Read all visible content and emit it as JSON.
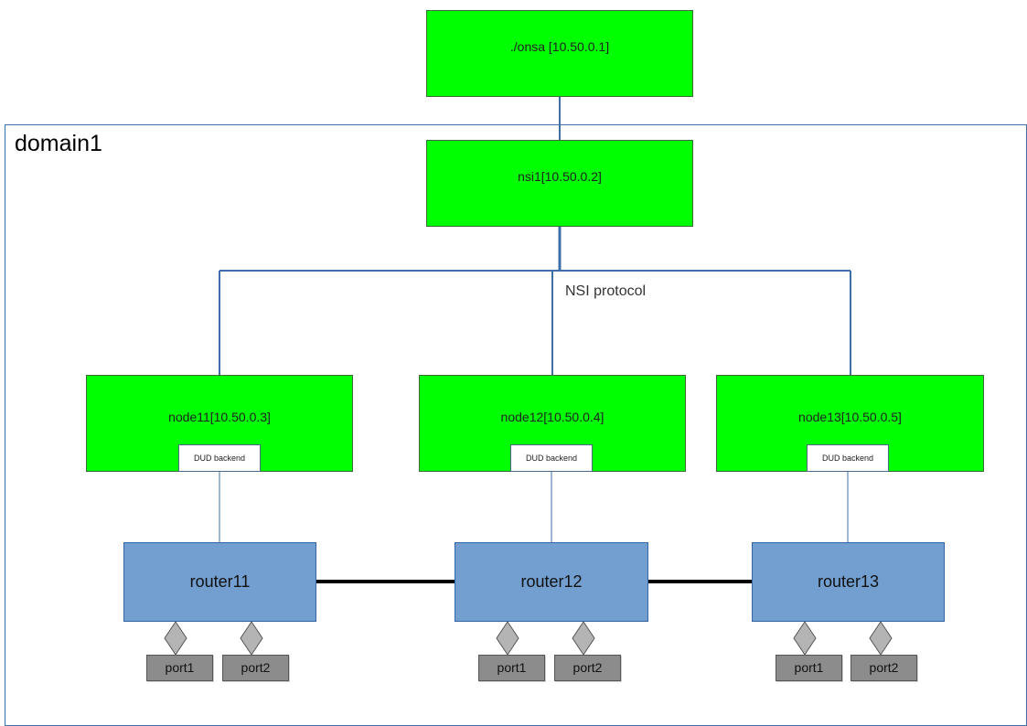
{
  "domain": {
    "label": "domain1"
  },
  "onsa": {
    "label": "./onsa [10.50.0.1]"
  },
  "nsi": {
    "label": "nsi1[10.50.0.2]"
  },
  "protocol_label": "NSI protocol",
  "nodes": [
    {
      "label": "node11[10.50.0.3]",
      "backend": "DUD backend"
    },
    {
      "label": "node12[10.50.0.4]",
      "backend": "DUD backend"
    },
    {
      "label": "node13[10.50.0.5]",
      "backend": "DUD backend"
    }
  ],
  "routers": [
    {
      "label": "router11",
      "ports": [
        "port1",
        "port2"
      ]
    },
    {
      "label": "router12",
      "ports": [
        "port1",
        "port2"
      ]
    },
    {
      "label": "router13",
      "ports": [
        "port1",
        "port2"
      ]
    }
  ],
  "colors": {
    "node_fill": "#00ff00",
    "router_fill": "#729fcf",
    "port_fill": "#8c8c8c",
    "link": "#3f6fa8"
  }
}
